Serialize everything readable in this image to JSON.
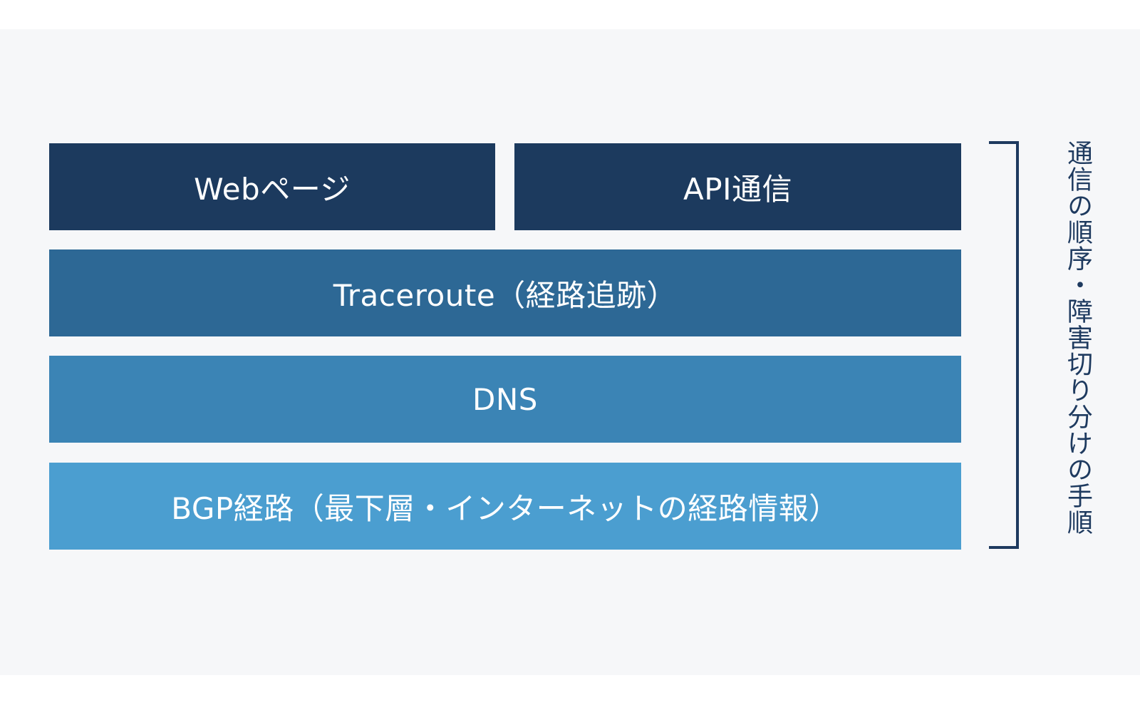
{
  "colors": {
    "background": "#f6f7f9",
    "layer_web": "#1c3a5e",
    "layer_api": "#1c3a5e",
    "layer_traceroute": "#2d6895",
    "layer_dns": "#3b84b5",
    "layer_bgp": "#4b9ed0",
    "bracket": "#1e3a5f",
    "text_on_layer": "#ffffff"
  },
  "layers": {
    "web": "Webページ",
    "api": "API通信",
    "traceroute": "Traceroute（経路追跡）",
    "dns": "DNS",
    "bgp": "BGP経路（最下層・インターネットの経路情報）"
  },
  "side_label": "通信の順序・障害切り分けの手順"
}
